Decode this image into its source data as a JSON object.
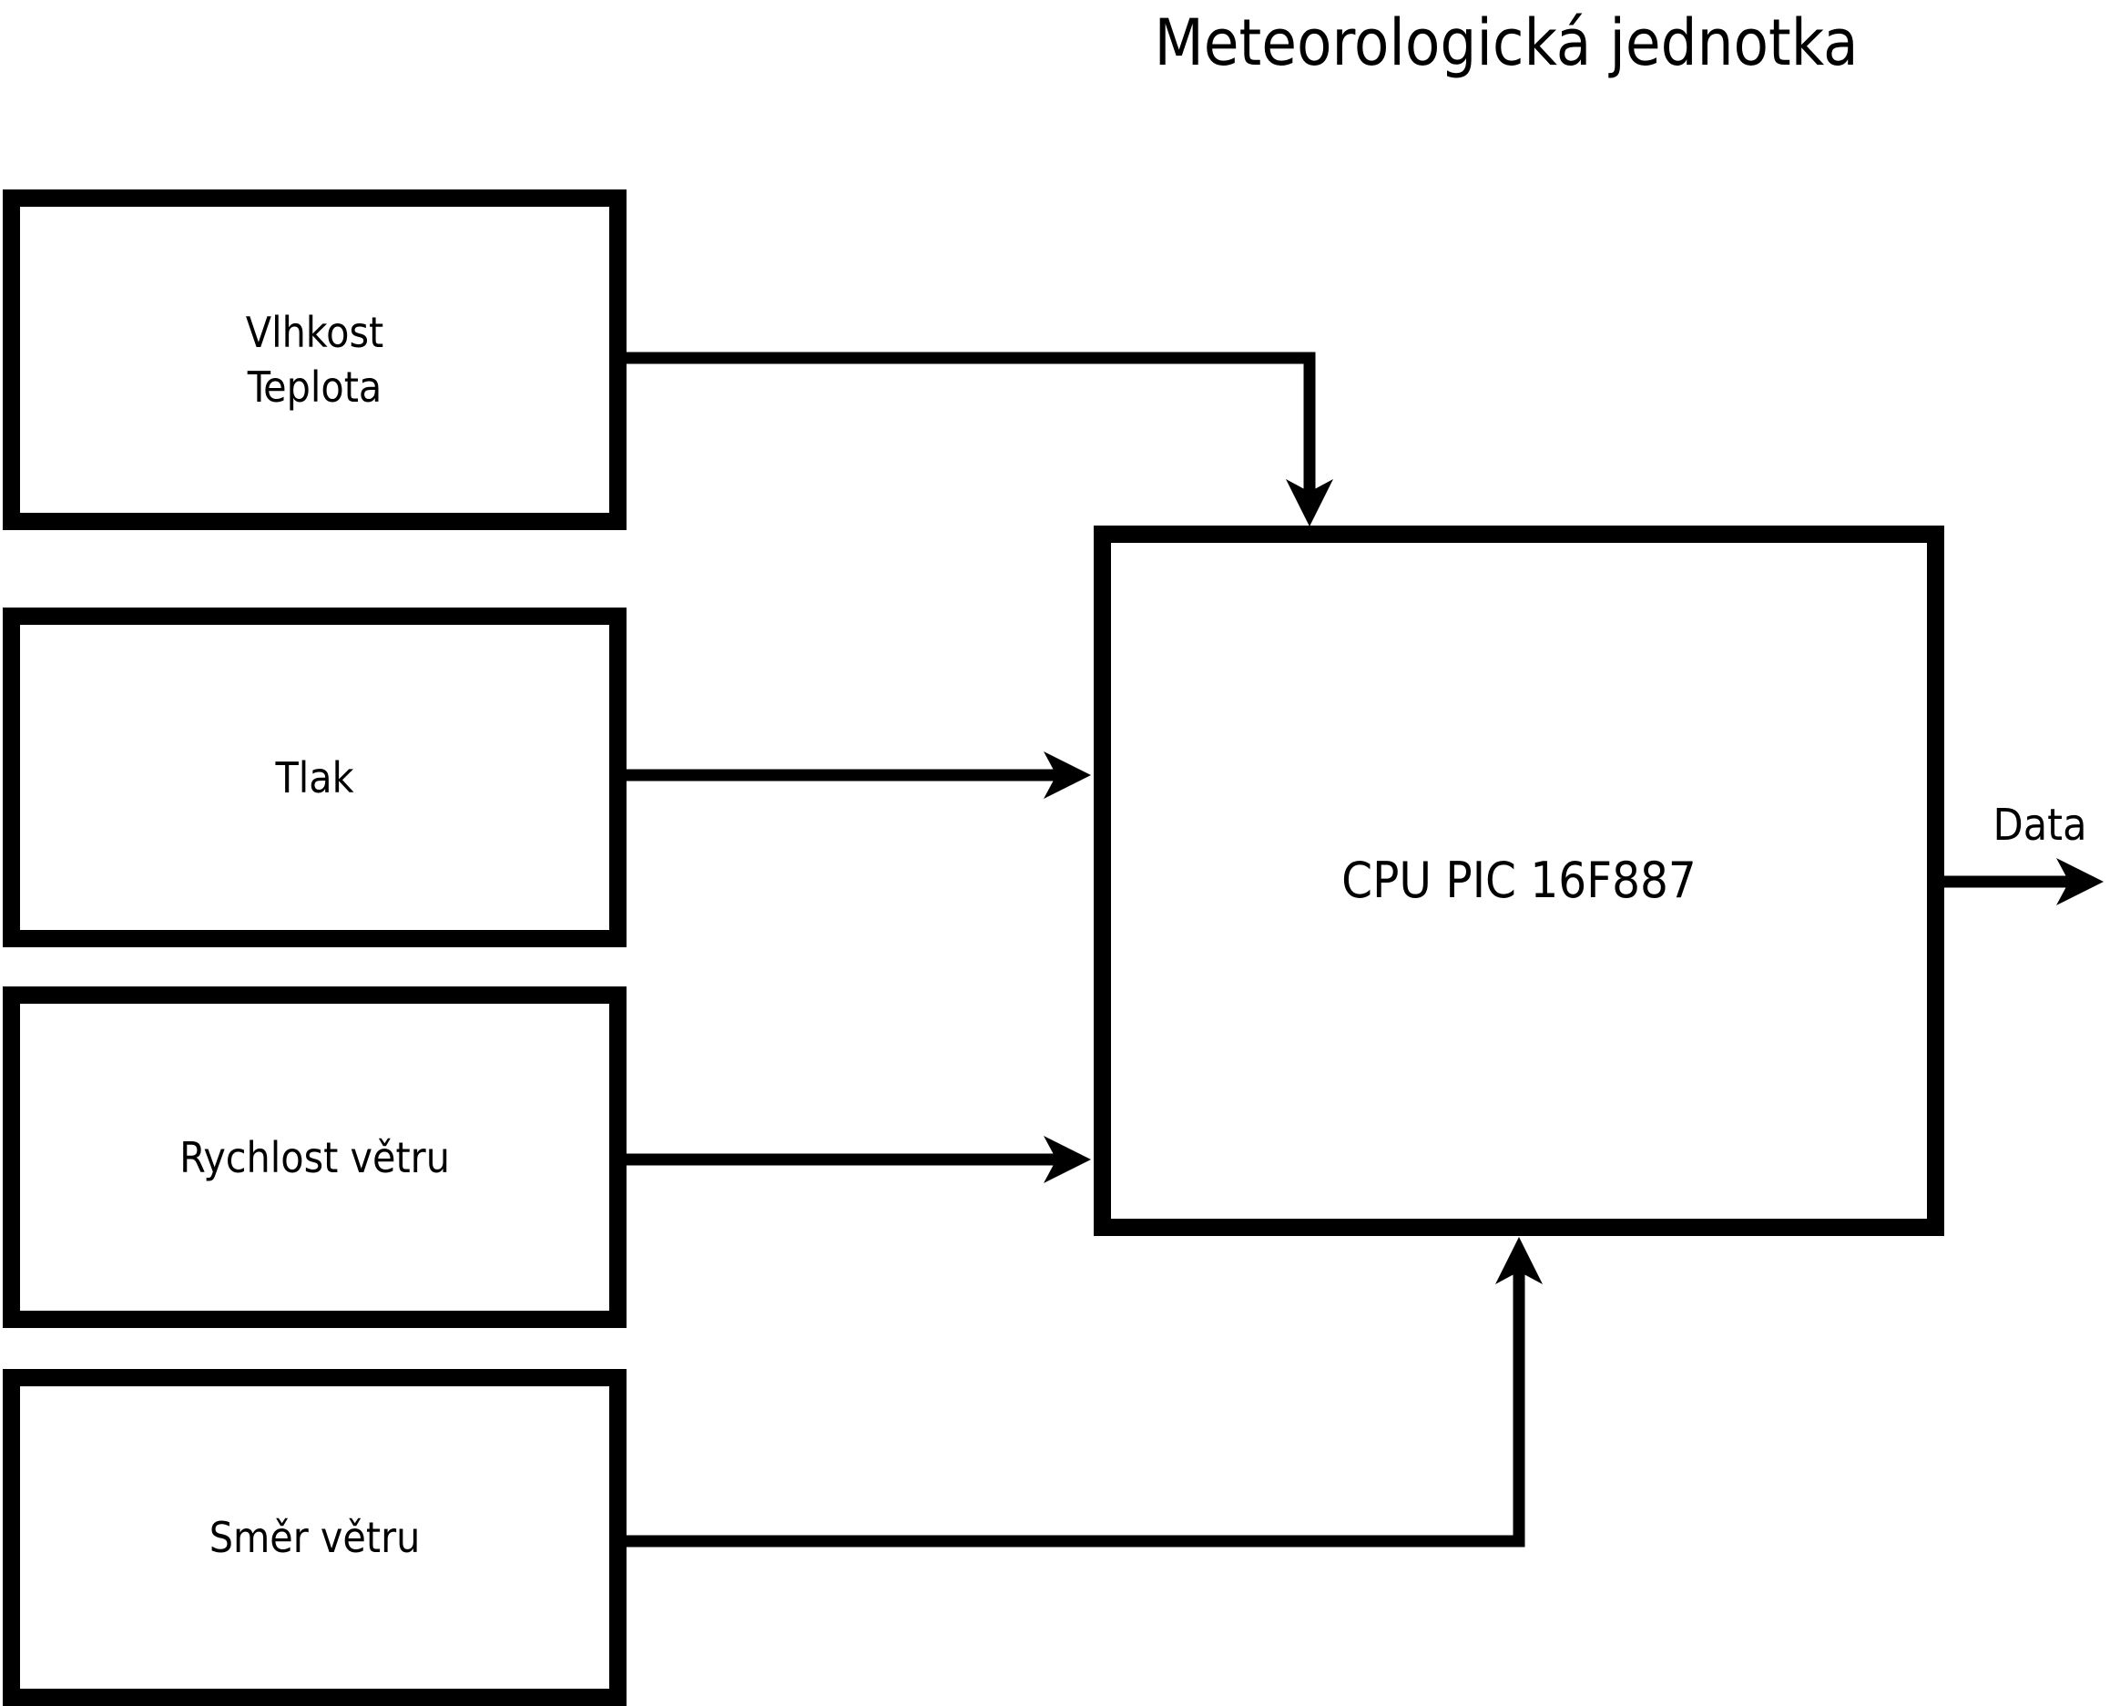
{
  "title": "Meteorologická jednotka",
  "nodes": {
    "sensor_humidity_temp": {
      "line1": "Vlhkost",
      "line2": "Teplota"
    },
    "sensor_pressure": {
      "label": "Tlak"
    },
    "sensor_wind_speed": {
      "label": "Rychlost větru"
    },
    "sensor_wind_direction": {
      "label": "Směr větru"
    },
    "cpu": {
      "label": "CPU PIC 16F887"
    }
  },
  "output": {
    "label": "Data"
  },
  "edges": [
    {
      "from": "sensor_humidity_temp",
      "to": "cpu"
    },
    {
      "from": "sensor_pressure",
      "to": "cpu"
    },
    {
      "from": "sensor_wind_speed",
      "to": "cpu"
    },
    {
      "from": "sensor_wind_direction",
      "to": "cpu"
    },
    {
      "from": "cpu",
      "to": "output",
      "label": "Data"
    }
  ],
  "colors": {
    "stroke": "#000000",
    "background": "#ffffff",
    "text": "#000000"
  }
}
